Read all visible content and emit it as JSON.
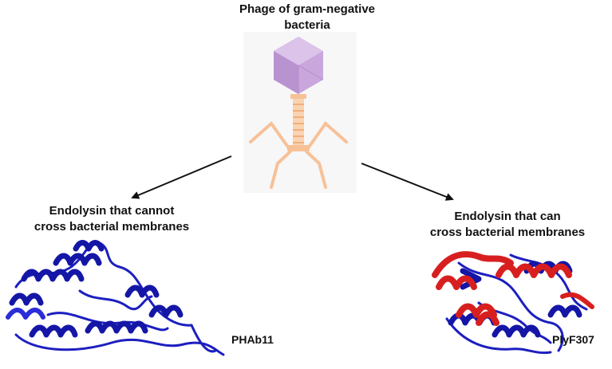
{
  "title": {
    "line1": "Phage of gram-negative",
    "line2": "bacteria"
  },
  "left": {
    "label_line1": "Endolysin that cannot",
    "label_line2": "cross bacterial membranes",
    "protein_name": "PHAb11"
  },
  "right": {
    "label_line1": "Endolysin that can",
    "label_line2": "cross bacterial membranes",
    "protein_name": "PlyF307"
  },
  "colors": {
    "capsid": "#c9a6dc",
    "tail": "#f7c197",
    "protein_blue": "#1c1fbf",
    "protein_red": "#d81f1f",
    "arrow": "#111111"
  }
}
